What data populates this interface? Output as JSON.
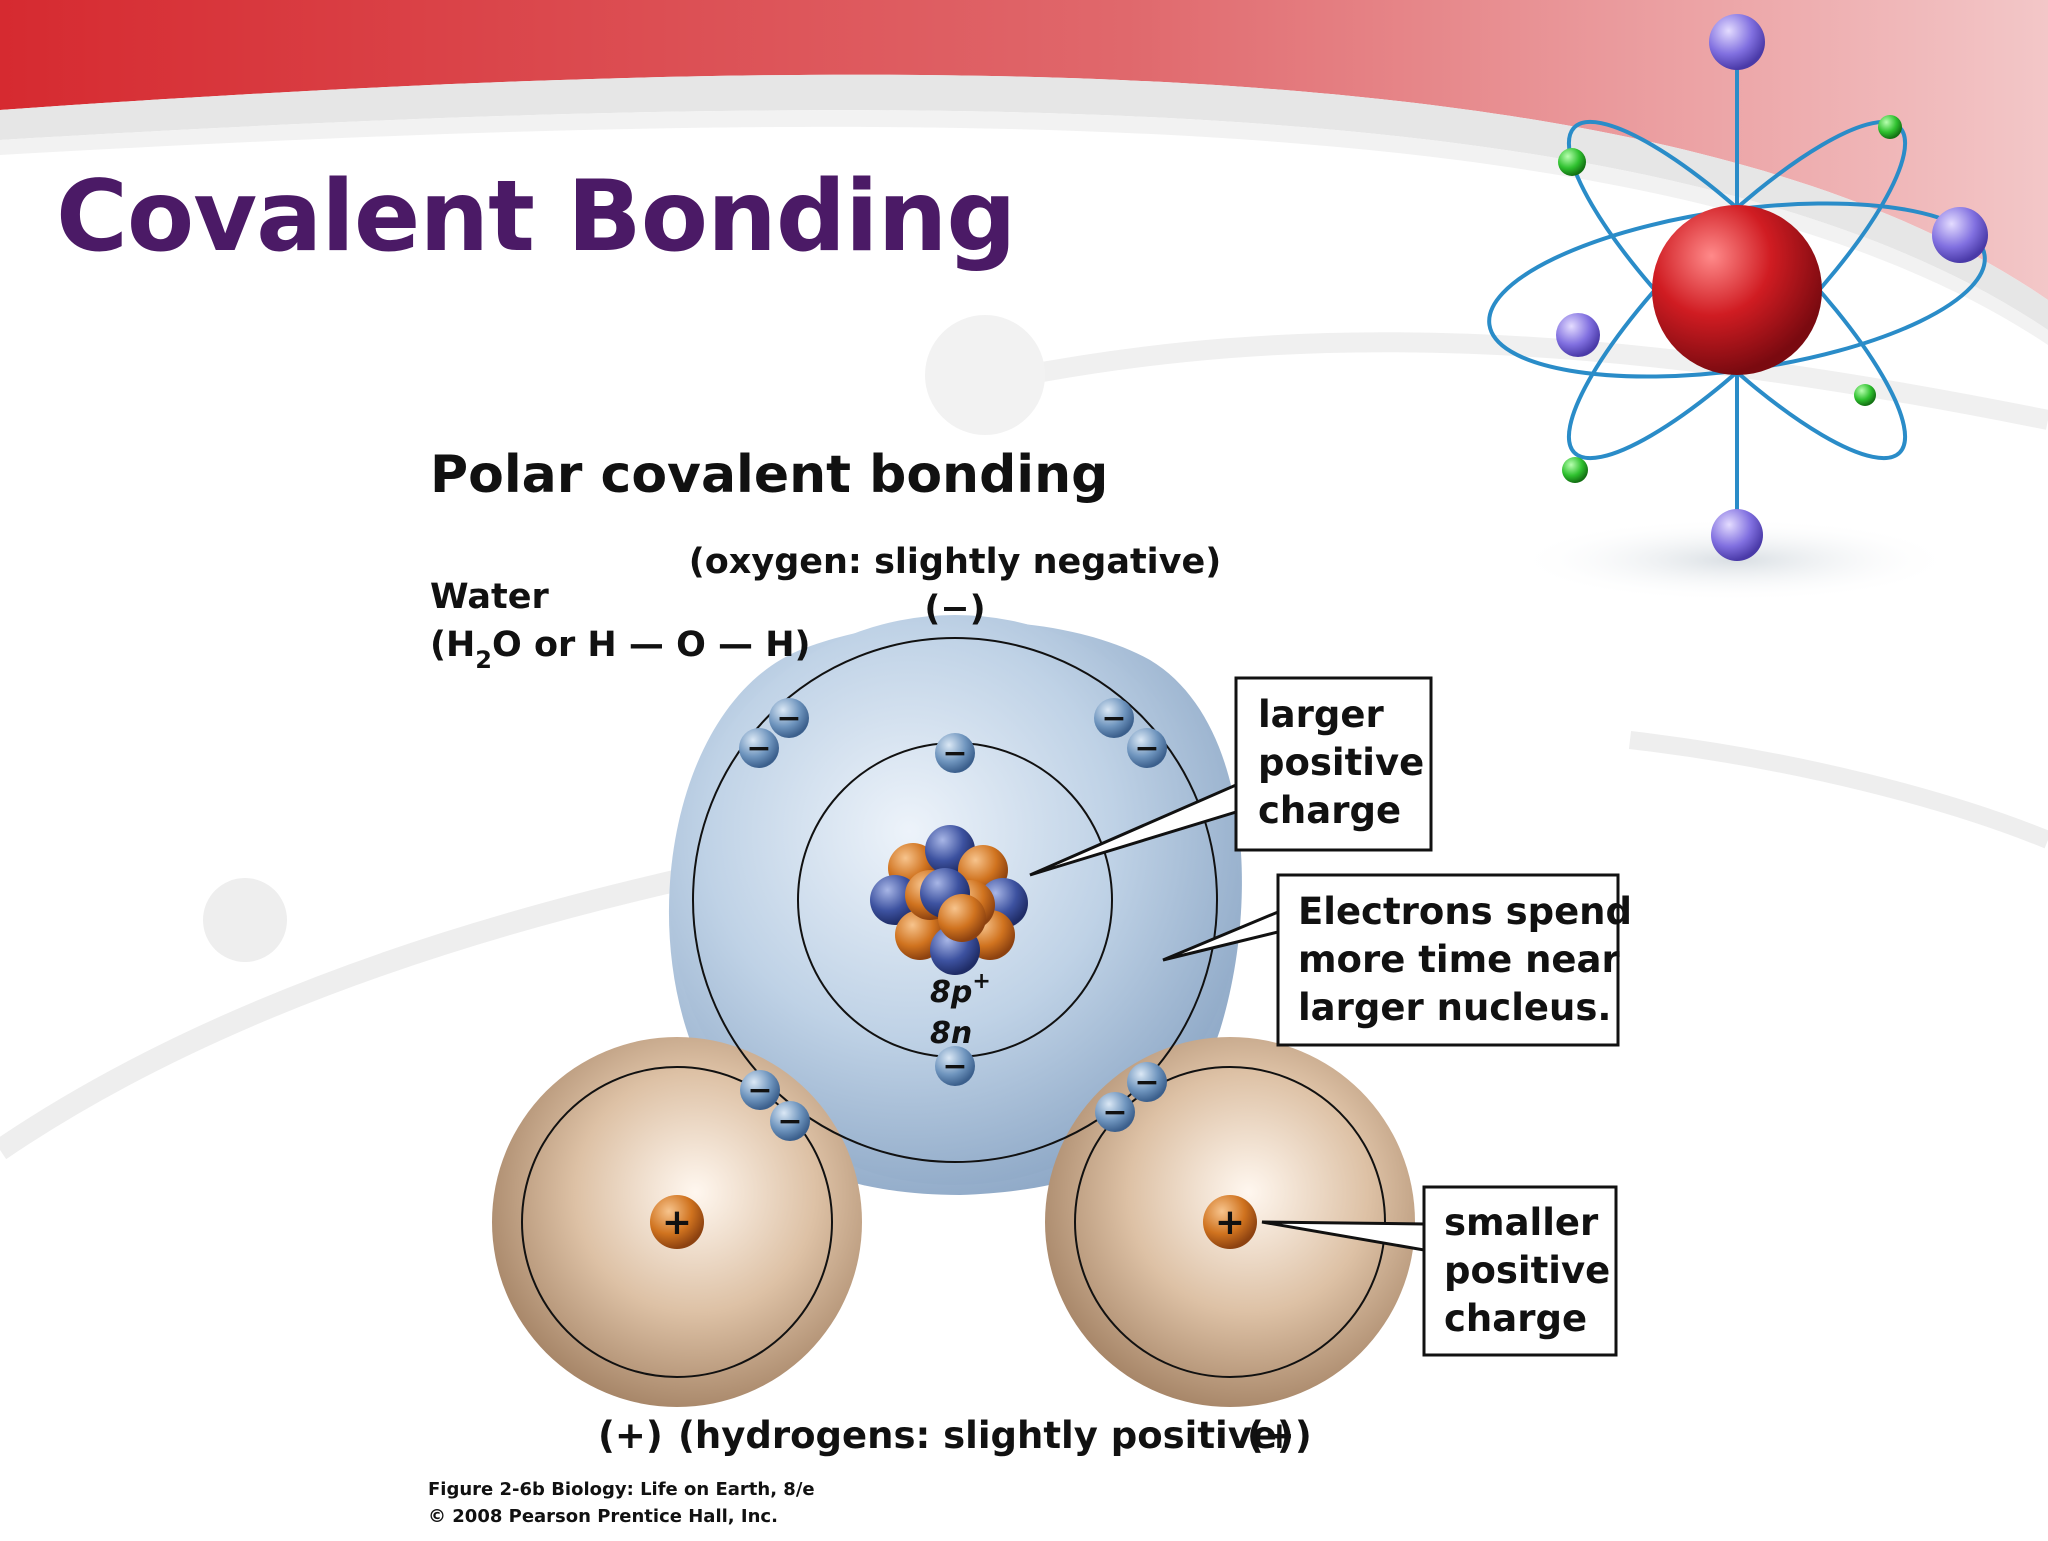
{
  "slide": {
    "title": "Covalent Bonding"
  },
  "figure": {
    "heading": "Polar covalent bonding",
    "molecule_name": "Water",
    "formula": {
      "open": "(H",
      "subscript": "2",
      "rest": "O or H — O — H)"
    },
    "oxygen_label": "(oxygen: slightly negative)",
    "oxygen_charge": "(−)",
    "nucleus_protons": "8p",
    "nucleus_protons_sign": "+",
    "nucleus_neutrons": "8n",
    "electron_symbol": "−",
    "proton_symbol": "+",
    "callout_large": [
      "larger",
      "positive",
      "charge"
    ],
    "callout_electrons": [
      "Electrons spend",
      "more time near",
      "larger nucleus."
    ],
    "callout_small": [
      "smaller",
      "positive",
      "charge"
    ],
    "hydrogen_label_left": "(+)",
    "hydrogen_label": "(hydrogens: slightly positive)",
    "hydrogen_label_right": "(+)",
    "caption_line1": "Figure 2-6b  Biology: Life on Earth, 8/e",
    "caption_line2": "© 2008 Pearson Prentice Hall, Inc."
  },
  "colors": {
    "title": "#4b1a66",
    "banner_red": "#d8343a",
    "oxygen_blue": "#a9c2dc",
    "hydrogen_tan": "#c9a27e",
    "proton_orange": "#c86a1e",
    "neutron_blue": "#3c4f9a"
  }
}
